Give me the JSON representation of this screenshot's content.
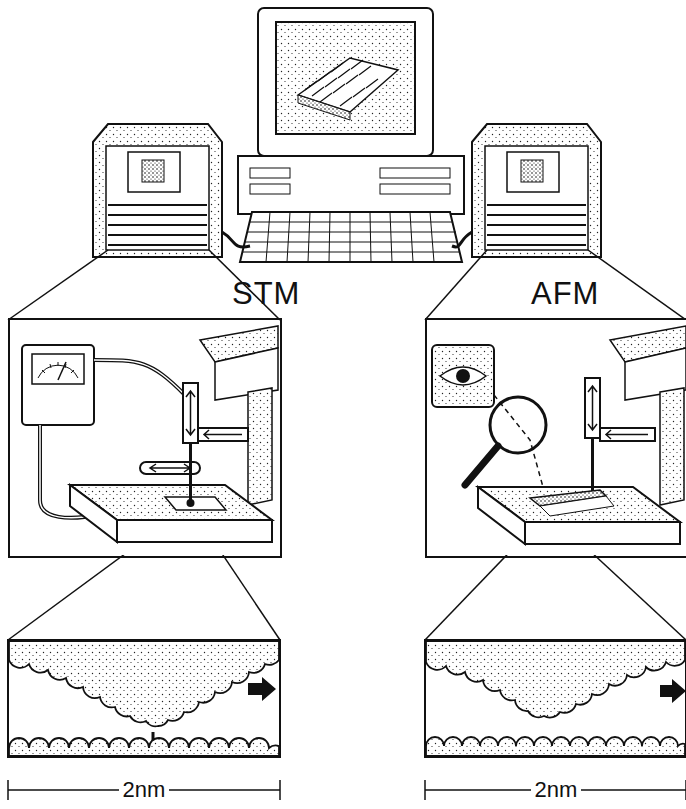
{
  "diagram": {
    "nodes": [
      {
        "text": [
          "STM"
        ]
      },
      {
        "text": [
          "AFM"
        ]
      }
    ],
    "labels": [
      "2nm",
      "2nm"
    ]
  }
}
